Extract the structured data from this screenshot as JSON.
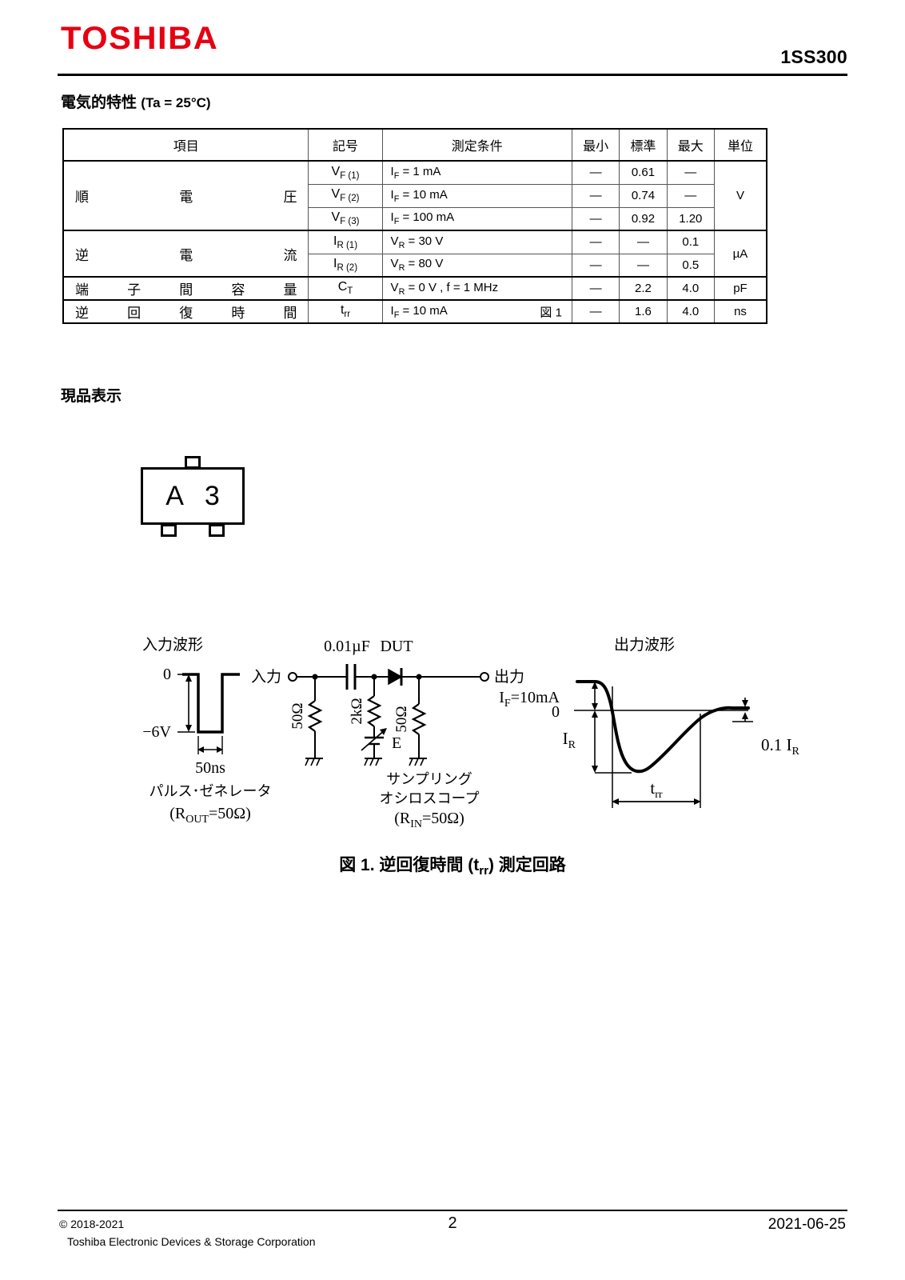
{
  "header": {
    "logo": "TOSHIBA",
    "part_number": "1SS300"
  },
  "sections": {
    "electrical_title_main": "電気的特性",
    "electrical_title_sub": "(Ta = 25°C)",
    "marking_title": "現品表示"
  },
  "spec_table": {
    "columns": [
      "項目",
      "記号",
      "測定条件",
      "最小",
      "標準",
      "最大",
      "単位"
    ],
    "rows": [
      {
        "item": "順電圧",
        "symbol": "V",
        "symbol_sub": "F (1)",
        "condition": "I<sub>F</sub> = 1 mA",
        "fig": "",
        "min": "—",
        "typ": "0.61",
        "max": "—",
        "unit": "V"
      },
      {
        "item": "順電圧",
        "symbol": "V",
        "symbol_sub": "F (2)",
        "condition": "I<sub>F</sub> = 10 mA",
        "fig": "",
        "min": "—",
        "typ": "0.74",
        "max": "—",
        "unit": "V"
      },
      {
        "item": "順電圧",
        "symbol": "V",
        "symbol_sub": "F (3)",
        "condition": "I<sub>F</sub> = 100 mA",
        "fig": "",
        "min": "—",
        "typ": "0.92",
        "max": "1.20",
        "unit": "V"
      },
      {
        "item": "逆電流",
        "symbol": "I",
        "symbol_sub": "R (1)",
        "condition": "V<sub>R</sub> = 30 V",
        "fig": "",
        "min": "—",
        "typ": "—",
        "max": "0.1",
        "unit": "µA"
      },
      {
        "item": "逆電流",
        "symbol": "I",
        "symbol_sub": "R (2)",
        "condition": "V<sub>R</sub> = 80 V",
        "fig": "",
        "min": "—",
        "typ": "—",
        "max": "0.5",
        "unit": "µA"
      },
      {
        "item": "端子間容量",
        "symbol": "C",
        "symbol_sub": "T",
        "condition": "V<sub>R</sub> = 0 V , f = 1 MHz",
        "fig": "",
        "min": "—",
        "typ": "2.2",
        "max": "4.0",
        "unit": "pF"
      },
      {
        "item": "逆回復時間",
        "symbol": "t",
        "symbol_sub": "rr",
        "condition": "I<sub>F</sub> = 10 mA",
        "fig": "図 1",
        "min": "—",
        "typ": "1.6",
        "max": "4.0",
        "unit": "ns"
      }
    ],
    "merged_items": [
      {
        "label": "順　　電　　圧",
        "rowspan": 3
      },
      {
        "label": "逆　　電　　流",
        "rowspan": 2
      },
      {
        "label": "端　子　間　容　量",
        "rowspan": 1
      },
      {
        "label": "逆　回　復　時　間",
        "rowspan": 1
      }
    ],
    "merged_units": [
      {
        "label": "V",
        "rowspan": 3
      },
      {
        "label": "µA",
        "rowspan": 2
      },
      {
        "label": "pF",
        "rowspan": 1
      },
      {
        "label": "ns",
        "rowspan": 1
      }
    ]
  },
  "marking": {
    "char_left": "A",
    "char_right": "3"
  },
  "figure1": {
    "caption": "図 1.  逆回復時間  (t",
    "caption_sub": "rr",
    "caption_tail": ")  測定回路",
    "input_waveform": {
      "title": "入力波形",
      "level_high": "0",
      "level_low": "−6V",
      "pulse_width": "50ns",
      "source_label_1": "パルス･ゼネレータ",
      "source_label_2": "(R",
      "source_label_sub": "OUT",
      "source_label_3": "=50Ω)"
    },
    "circuit": {
      "input_label": "入力",
      "output_label": "出力",
      "cap_label": "0.01µF",
      "dut_label": "DUT",
      "r_source": "50Ω",
      "r_bias": "2kΩ",
      "r_load": "50Ω",
      "bias_supply": "E",
      "scope_label_1": "サンプリング",
      "scope_label_2": "オシロスコープ",
      "scope_label_3": "(R",
      "scope_label_sub": "IN",
      "scope_label_4": "=50Ω)"
    },
    "output_waveform": {
      "title": "出力波形",
      "if_label": "I",
      "if_sub": "F",
      "if_value": "=10mA",
      "zero_label": "0",
      "ir_label": "I",
      "ir_sub": "R",
      "ir_tenth_label": "0.1 I",
      "ir_tenth_sub": "R",
      "trr_label": "t",
      "trr_sub": "rr"
    }
  },
  "footer": {
    "copyright": "© 2018-2021",
    "company": "Toshiba Electronic Devices & Storage Corporation",
    "page": "2",
    "date": "2021-06-25"
  },
  "colors": {
    "brand_red": "#e60012",
    "rule": "#000000"
  }
}
